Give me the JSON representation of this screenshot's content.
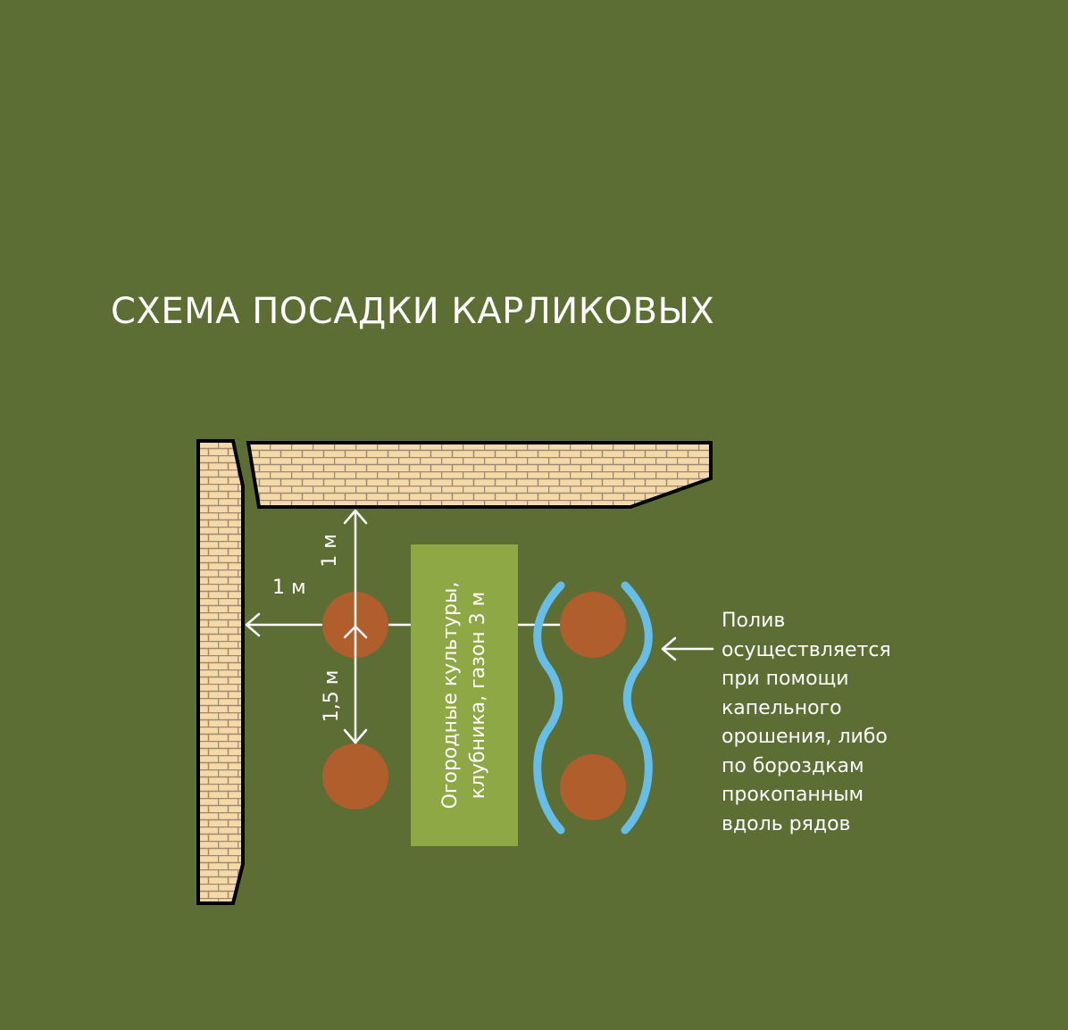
{
  "title": "СХЕМА ПОСАДКИ КАРЛИКОВЫХ",
  "labels": {
    "distance_wall": "1 м",
    "distance_fence": "1 м",
    "distance_row": "1,5 м"
  },
  "crop_strip": {
    "line1": "Огородные культуры,",
    "line2": "клубника, газон 3 м"
  },
  "watering_note": {
    "lines": [
      "Полив",
      "осуществляется",
      "при помощи",
      "капельного",
      "орошения, либо",
      "по бороздкам",
      "прокопанным",
      "вдоль рядов"
    ]
  },
  "colors": {
    "background": "#5c6e33",
    "brick": "#f5d9a8",
    "mortar": "#9b8a70",
    "tree": "#b05e2c",
    "strip": "#8fa846",
    "water": "#66bde8",
    "text": "#ffffff"
  }
}
